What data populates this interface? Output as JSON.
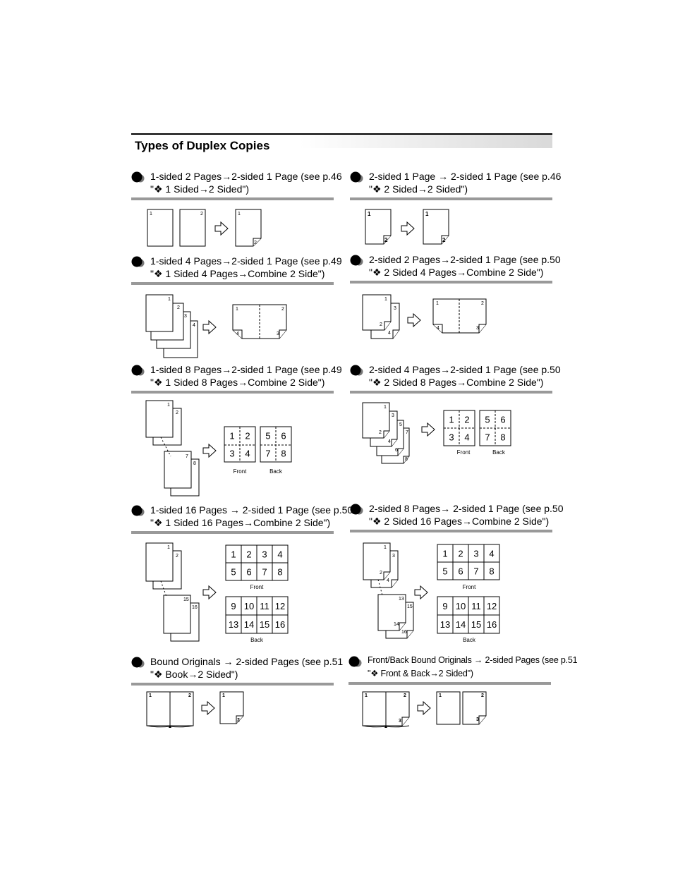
{
  "section": {
    "title": "Types of Duplex Copies"
  },
  "entries": [
    {
      "line1": "1-sided 2 Pages→2-sided 1 Page (see p.46",
      "line2": "\"❖ 1 Sided→2 Sided\")"
    },
    {
      "line1": "2-sided 1 Page → 2-sided 1 Page (see p.46",
      "line2": "\"❖ 2 Sided→2 Sided\")"
    },
    {
      "line1": "1-sided 4 Pages→2-sided 1 Page (see p.49",
      "line2": "\"❖ 1 Sided 4 Pages→Combine 2 Side\")"
    },
    {
      "line1": "2-sided 2 Pages→2-sided 1 Page (see p.50",
      "line2": "\"❖ 2 Sided 4 Pages→Combine 2 Side\")"
    },
    {
      "line1": "1-sided 8 Pages→2-sided 1 Page (see p.49",
      "line2": "\"❖ 1 Sided 8 Pages→Combine 2 Side\")"
    },
    {
      "line1": "2-sided 4 Pages→2-sided 1 Page (see p.50",
      "line2": "\"❖ 2 Sided 8 Pages→Combine 2 Side\")"
    },
    {
      "line1": "1-sided 16 Pages → 2-sided 1 Page (see p.50",
      "line2": "\"❖ 1 Sided 16 Pages→Combine 2 Side\")"
    },
    {
      "line1": "2-sided 8 Pages→ 2-sided 1 Page (see p.50",
      "line2": "\"❖ 2 Sided 16 Pages→Combine 2 Side\")"
    },
    {
      "line1": "Bound Originals → 2-sided Pages (see p.51",
      "line2": "\"❖ Book→2 Sided\")"
    },
    {
      "line1": "Front/Back Bound Originals → 2-sided Pages (see p.51",
      "line2": "\"❖ Front & Back→2 Sided\")"
    }
  ],
  "diagram_labels": {
    "front": "Front",
    "back": "Back",
    "grid4_front": [
      "1",
      "2",
      "3",
      "4"
    ],
    "grid4_back": [
      "5",
      "6",
      "7",
      "8"
    ],
    "grid8_front": [
      "1",
      "2",
      "3",
      "4",
      "5",
      "6",
      "7",
      "8"
    ],
    "grid8_back": [
      "9",
      "10",
      "11",
      "12",
      "13",
      "14",
      "15",
      "16"
    ],
    "page_numbers": [
      "1",
      "2",
      "3",
      "4",
      "5",
      "6",
      "7",
      "8",
      "13",
      "14",
      "15",
      "16"
    ]
  }
}
